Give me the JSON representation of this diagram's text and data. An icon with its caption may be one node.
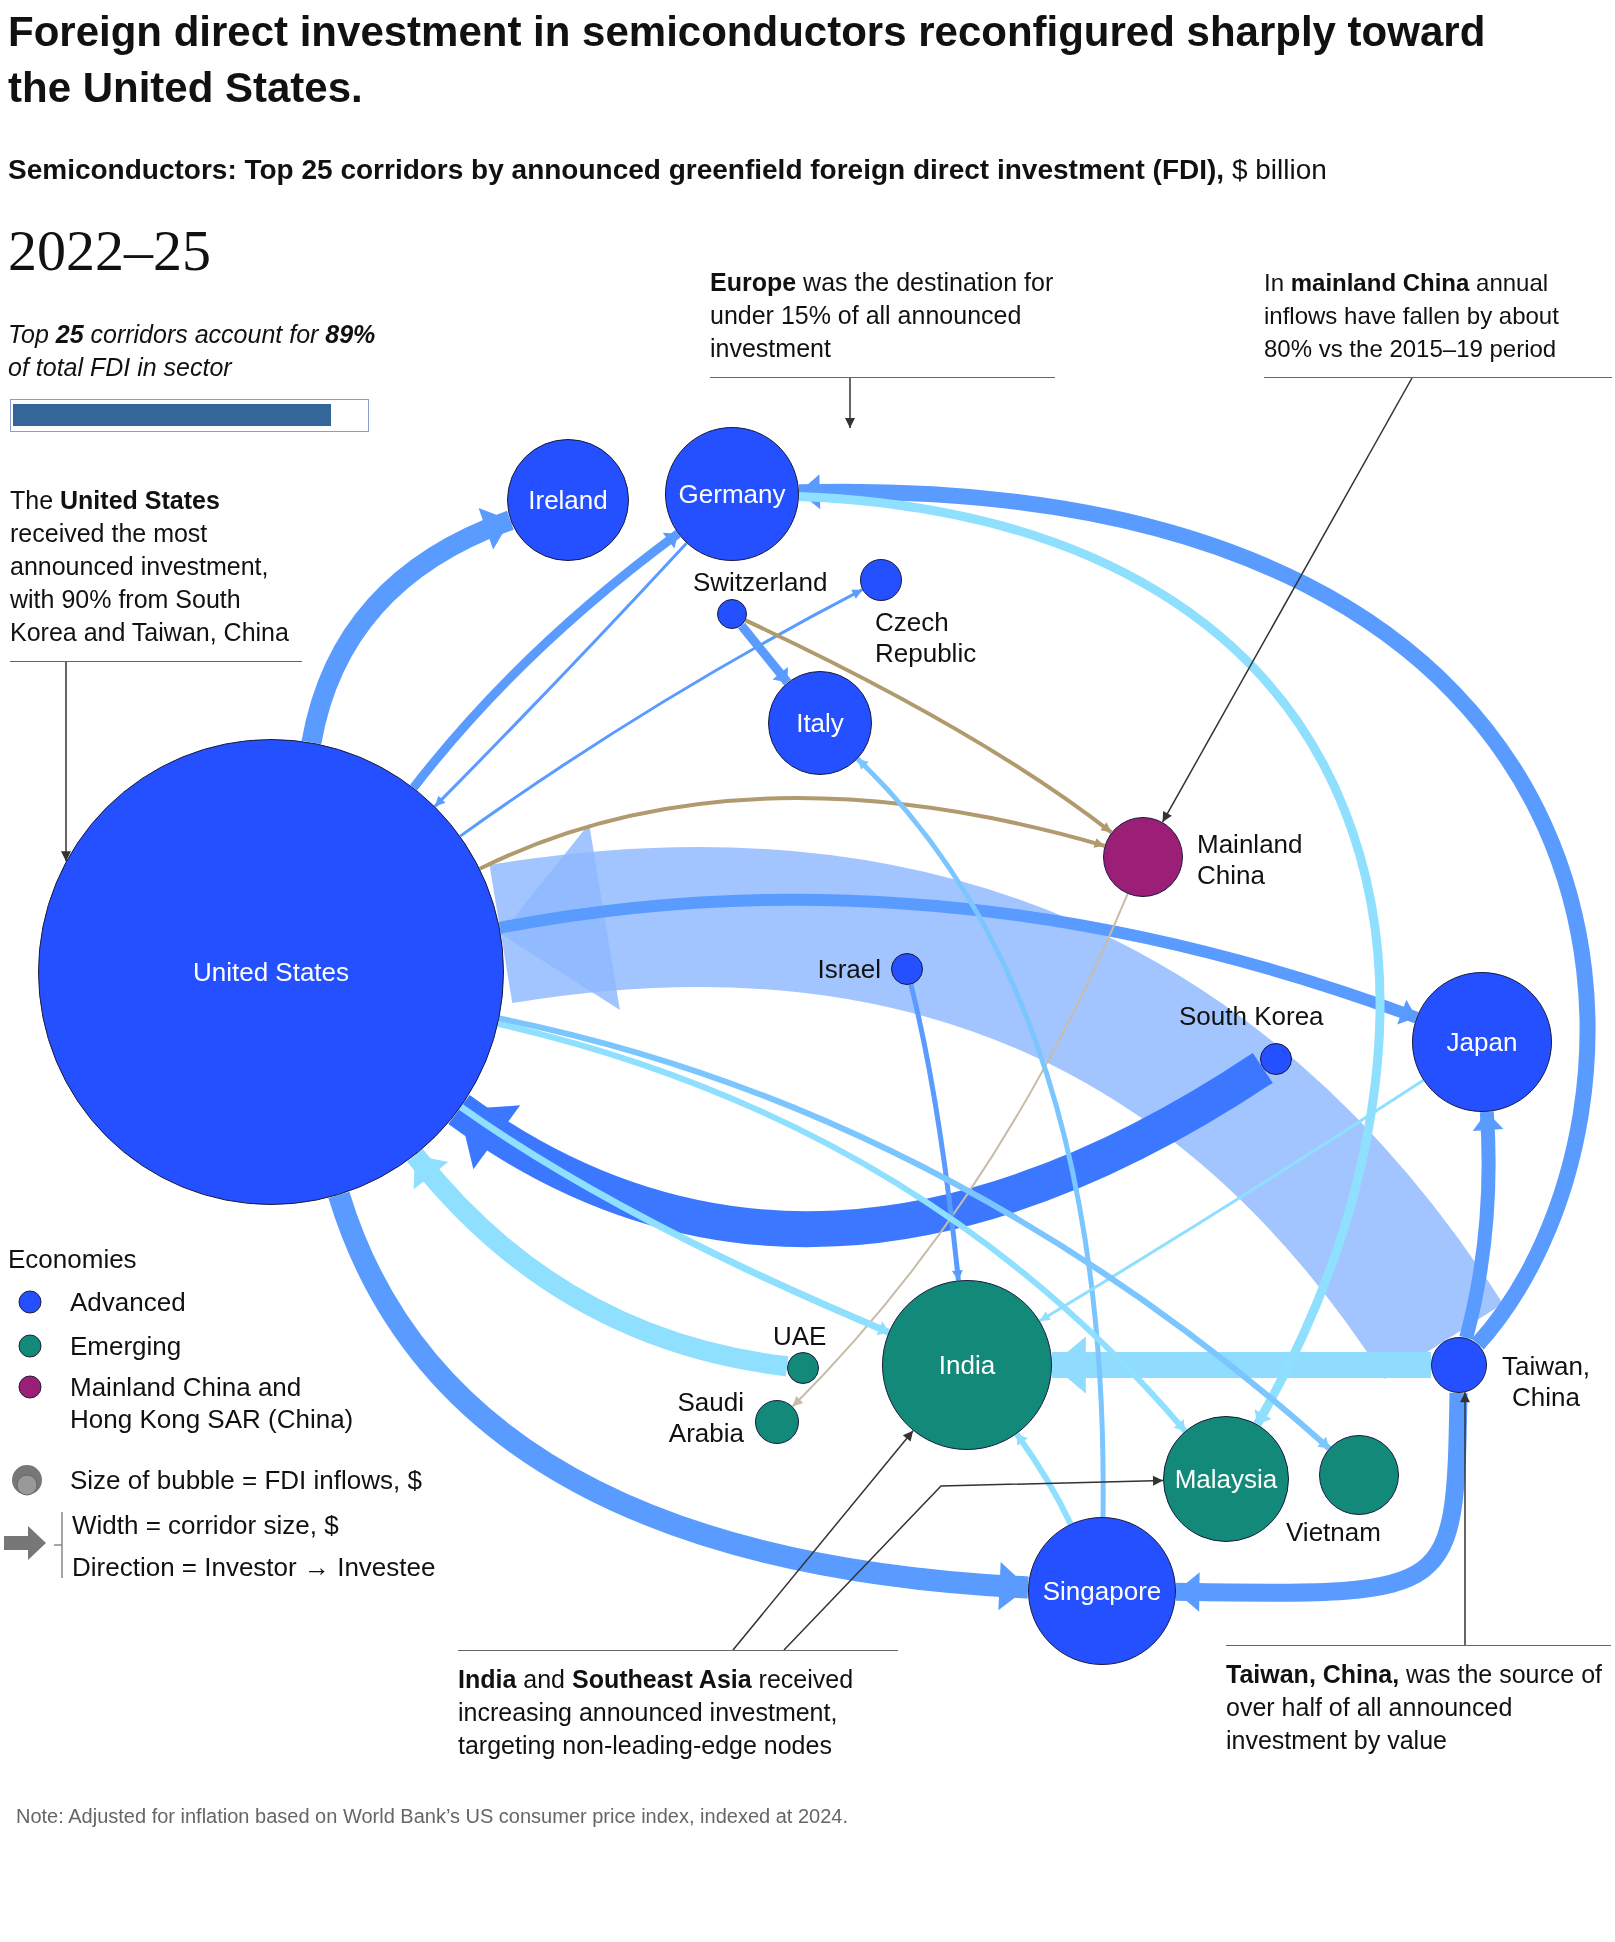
{
  "diagram": {
    "title": "Foreign direct investment in semiconductors reconfigured sharply toward the United States.",
    "nodes": [
      {
        "text": [
          "United States"
        ]
      },
      {
        "text": [
          "Ireland"
        ]
      },
      {
        "text": [
          "Germany"
        ]
      },
      {
        "text": [
          "Switzerland"
        ]
      },
      {
        "text": [
          "Czech Republic"
        ]
      },
      {
        "text": [
          "Italy"
        ]
      },
      {
        "text": [
          "Mainland China"
        ]
      },
      {
        "text": [
          "Israel"
        ]
      },
      {
        "text": [
          "South Korea"
        ]
      },
      {
        "text": [
          "Japan"
        ]
      },
      {
        "text": [
          "UAE"
        ]
      },
      {
        "text": [
          "Saudi Arabia"
        ]
      },
      {
        "text": [
          "India"
        ]
      },
      {
        "text": [
          "Taiwan, China"
        ]
      },
      {
        "text": [
          "Malaysia"
        ]
      },
      {
        "text": [
          "Vietnam"
        ]
      },
      {
        "text": [
          "Singapore"
        ]
      },
      {
        "text": [
          "**Europe** was the destination for under 15% of all announced investment"
        ]
      },
      {
        "text": [
          "In **mainland China** annual inflows have fallen by about 80% vs the 2015–19 period"
        ]
      },
      {
        "text": [
          "The **United States** received the most announced investment, with 90% from South Korea and Taiwan, China"
        ]
      },
      {
        "text": [
          "**India** and **Southeast Asia** received increasing announced investment, targeting non-leading-edge nodes"
        ]
      },
      {
        "text": [
          "**Taiwan, China,** was the source of over half of all announced investment by value"
        ]
      }
    ],
    "edges": [
      {
        "from": 13,
        "to": 0,
        "arrow": "to",
        "style": "thick",
        "color": "#8fb8ff"
      },
      {
        "from": 8,
        "to": 0,
        "arrow": "to",
        "style": "thick",
        "color": "#3b78ff"
      },
      {
        "from": 0,
        "to": 9,
        "arrow": "to",
        "style": "thick"
      },
      {
        "from": 13,
        "to": 2,
        "arrow": "to",
        "style": "thick"
      },
      {
        "from": 13,
        "to": 9,
        "arrow": "to",
        "style": "thick"
      },
      {
        "from": 13,
        "to": 16,
        "arrow": "to",
        "style": "thick"
      },
      {
        "from": 13,
        "to": 12,
        "arrow": "to",
        "style": "thick",
        "color": "#8fdcff"
      },
      {
        "from": 0,
        "to": 1,
        "arrow": "to",
        "style": "thick"
      },
      {
        "from": 0,
        "to": 2,
        "arrow": "to"
      },
      {
        "from": 2,
        "to": 0,
        "arrow": "to"
      },
      {
        "from": 0,
        "to": 4,
        "arrow": "to"
      },
      {
        "from": 3,
        "to": 5,
        "arrow": "to"
      },
      {
        "from": 3,
        "to": 6,
        "arrow": "to",
        "color": "#b09a6e"
      },
      {
        "from": 0,
        "to": 6,
        "arrow": "to",
        "color": "#b09a6e"
      },
      {
        "from": 6,
        "to": 11,
        "arrow": "to",
        "color": "#c8bca8"
      },
      {
        "from": 7,
        "to": 12,
        "arrow": "to"
      },
      {
        "from": 2,
        "to": 14,
        "arrow": "to",
        "color": "#8fdfff"
      },
      {
        "from": 16,
        "to": 5,
        "arrow": "to",
        "color": "#7cc6ff"
      },
      {
        "from": 16,
        "to": 12,
        "arrow": "to",
        "color": "#8fdfff"
      },
      {
        "from": 9,
        "to": 12,
        "arrow": "to",
        "color": "#8fdfff"
      },
      {
        "from": 0,
        "to": 12,
        "arrow": "to",
        "color": "#8fdfff"
      },
      {
        "from": 10,
        "to": 0,
        "arrow": "to",
        "style": "thick",
        "color": "#8fdfff"
      },
      {
        "from": 0,
        "to": 16,
        "arrow": "to",
        "style": "thick"
      },
      {
        "from": 0,
        "to": 14,
        "arrow": "to",
        "color": "#8fdfff"
      },
      {
        "from": 0,
        "to": 15,
        "arrow": "to",
        "color": "#7cc6ff"
      },
      {
        "from": 17,
        "to": null,
        "arrow": "to",
        "color": "#333333"
      },
      {
        "from": 18,
        "to": 6,
        "arrow": "to",
        "color": "#333333"
      },
      {
        "from": 19,
        "to": 0,
        "arrow": "to",
        "color": "#333333"
      },
      {
        "from": 20,
        "to": 12,
        "arrow": "to",
        "color": "#333333"
      },
      {
        "from": 20,
        "to": 14,
        "arrow": "to",
        "color": "#333333"
      },
      {
        "from": 21,
        "to": 13,
        "arrow": "to",
        "color": "#333333"
      }
    ],
    "labels": [
      "**Semiconductors: Top 25 corridors by announced greenfield foreign direct investment (FDI),** $ billion",
      "2022–25",
      "Top **25** corridors account for **89%** of total FDI in sector",
      "Economies",
      "Note: Adjusted for inflation based on World Bank’s US consumer price index, indexed at 2024."
    ],
    "legend": [
      {
        "text": "Advanced",
        "color": "#2450ff"
      },
      {
        "text": "Emerging",
        "color": "#13897a"
      },
      {
        "text": "Mainland China and Hong Kong SAR (China)",
        "color": "#9b1f77"
      },
      {
        "text": "Size of bubble = FDI inflows, $"
      },
      {
        "text": "Width = corridor size, $"
      },
      {
        "text": "Direction = Investor → Investee"
      }
    ]
  }
}
